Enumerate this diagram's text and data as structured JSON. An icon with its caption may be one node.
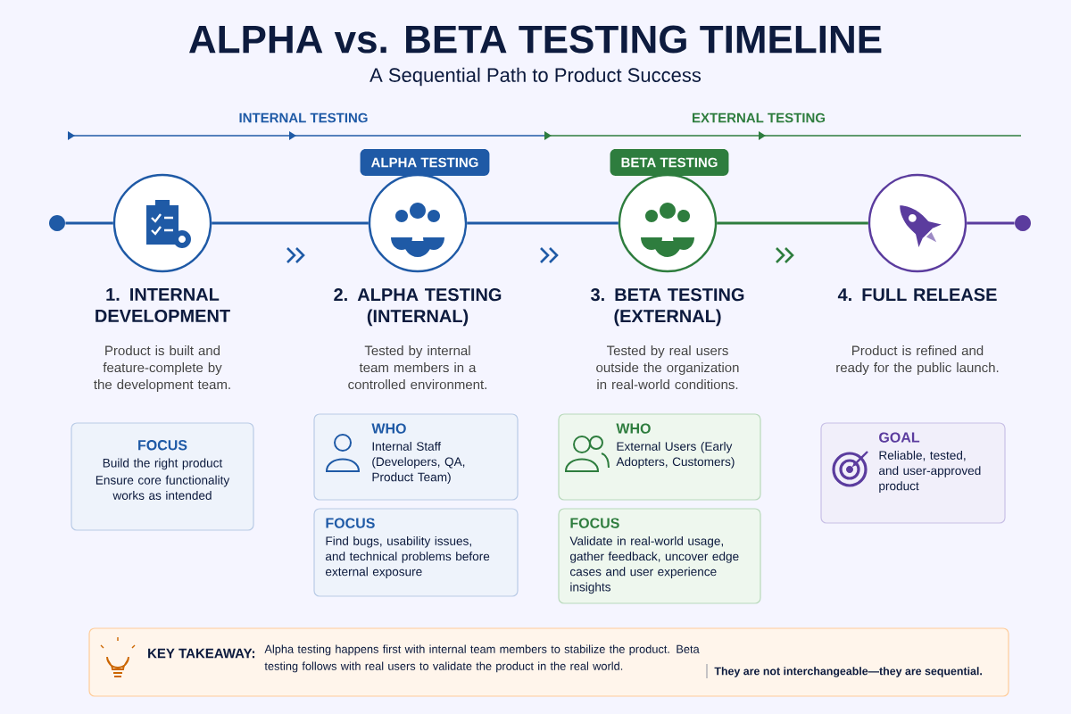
{
  "diagram": {
    "title": "ALPHA vs. BETA TESTING TIMELINE",
    "nodes": [
      {
        "text": [
          "ALPHA TESTING"
        ]
      },
      {
        "text": [
          "BETA TESTING"
        ]
      },
      {
        "text": [],
        "shape": "circle"
      },
      {
        "text": [],
        "shape": "circle",
        "beside": [
          "1. INTERNAL DEVELOPMENT",
          "Product is built and feature-complete by the development team."
        ]
      },
      {
        "text": [],
        "shape": "circle",
        "beside": [
          "2. ALPHA TESTING (INTERNAL)",
          "Tested by internal team members in a controlled environment."
        ]
      },
      {
        "text": [],
        "shape": "circle",
        "beside": [
          "3. BETA TESTING (EXTERNAL)",
          "Tested by real users outside the organization in real-world conditions."
        ]
      },
      {
        "text": [],
        "shape": "circle",
        "beside": [
          "4. FULL RELEASE",
          "Product is refined and ready for the public launch."
        ]
      },
      {
        "text": [],
        "shape": "circle"
      },
      {
        "text": [
          "FOCUS",
          "Build the right product",
          "Ensure core functionality works as intended"
        ]
      },
      {
        "text": [
          "WHO",
          "Internal Staff (Developers, QA, Product Team)"
        ]
      },
      {
        "text": [
          "FOCUS",
          "Find bugs, usability issues, and technical problems before external exposure"
        ]
      },
      {
        "text": [
          "WHO",
          "External Users (Early Adopters, Customers)"
        ]
      },
      {
        "text": [
          "FOCUS",
          "Validate in real-world usage, gather feedback, uncover edge cases and user experience insights"
        ]
      },
      {
        "text": [
          "GOAL",
          "Reliable, tested, and user-approved product"
        ]
      },
      {
        "text": [
          "KEY TAKEAWAY:",
          "Alpha testing happens first with internal team members to stabilize the product. Beta testing follows with real users to validate the product in the real world.",
          "They are not interchangeable—they are sequential."
        ]
      }
    ],
    "edges": [
      {
        "from": 2,
        "to": 3,
        "arrow": "none"
      },
      {
        "from": 3,
        "to": 4,
        "arrow": "none"
      },
      {
        "from": 4,
        "to": 5,
        "arrow": "none"
      },
      {
        "from": 5,
        "to": 6,
        "arrow": "none",
        "color": "#2e7d3e"
      },
      {
        "from": 6,
        "to": 7,
        "arrow": "none",
        "color": "#5b3c9e"
      }
    ],
    "labels": [
      "A Sequential Path to Product Success",
      "INTERNAL TESTING",
      "EXTERNAL TESTING"
    ]
  }
}
